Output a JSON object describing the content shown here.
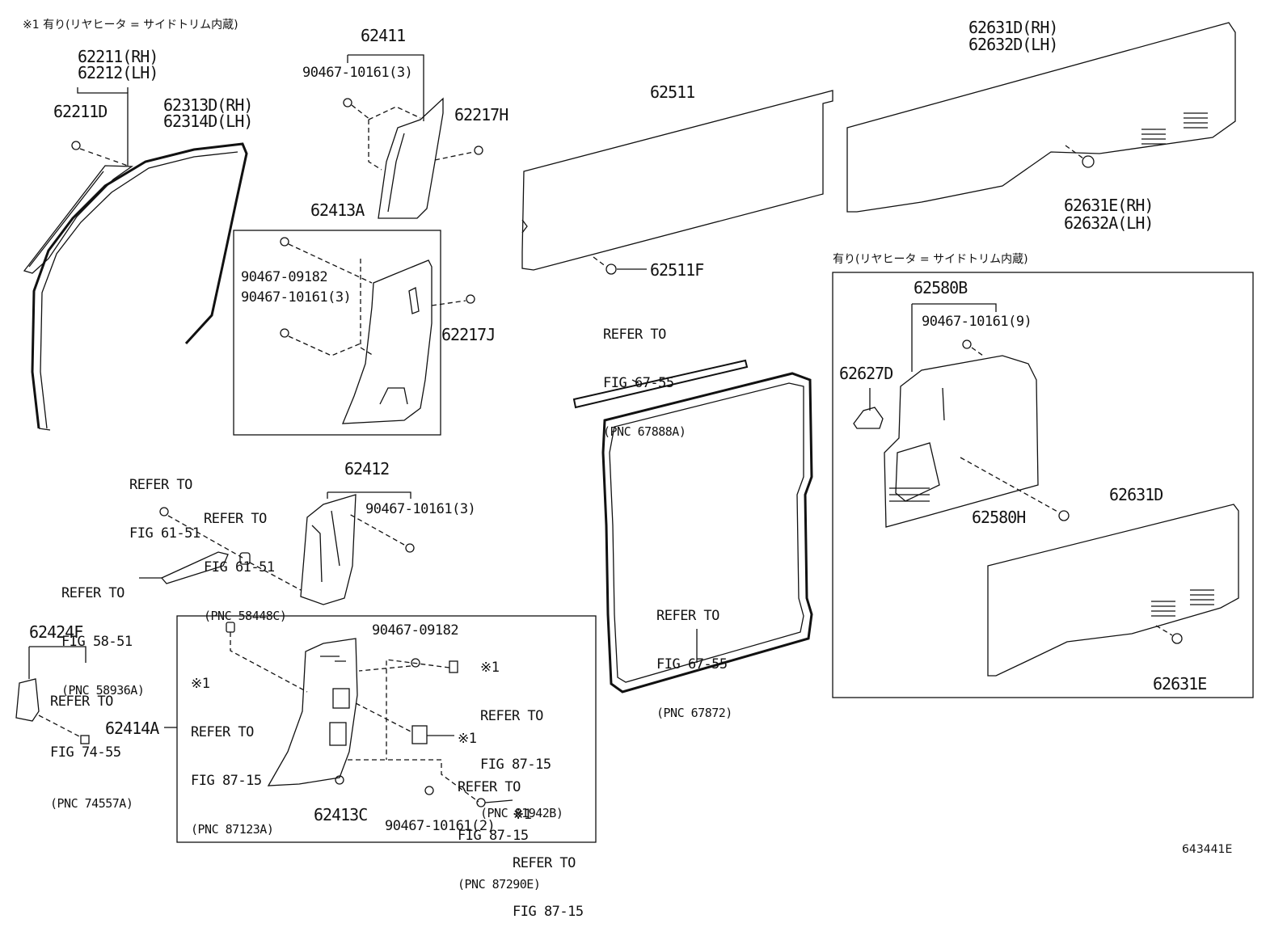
{
  "notes": {
    "top_left": "※1 有り(リヤヒータ = サイドトリム内蔵)",
    "right_box": "有り(リヤヒータ = サイドトリム内蔵)"
  },
  "labels": {
    "p62211_rh": "62211(RH)",
    "p62212_lh": "62212(LH)",
    "p62211d": "62211D",
    "p62313d_rh": "62313D(RH)",
    "p62314d_lh": "62314D(LH)",
    "p62411": "62411",
    "p90467_10161_3a": "90467-10161(3)",
    "p62217h": "62217H",
    "p62413a": "62413A",
    "p90467_09182a": "90467-09182",
    "p90467_10161_3b": "90467-10161(3)",
    "p62217j": "62217J",
    "p62511": "62511",
    "p62511f": "62511F",
    "p62631d_rh": "62631D(RH)",
    "p62632d_lh": "62632D(LH)",
    "p62631e_rh": "62631E(RH)",
    "p62632a_lh": "62632A(LH)",
    "p62580b": "62580B",
    "p90467_10161_9": "90467-10161(9)",
    "p62627d": "62627D",
    "p62580h": "62580H",
    "p62631d": "62631D",
    "p62631e": "62631E",
    "p62412": "62412",
    "p90467_10161_3c": "90467-10161(3)",
    "p62424f": "62424F",
    "p62414a": "62414A",
    "p90467_09182b": "90467-09182",
    "p62413c": "62413C",
    "p90467_10161_2": "90467-10161(2)",
    "diagram_id": "643441E"
  },
  "refs": {
    "r1": [
      "REFER TO",
      "FIG 61-51"
    ],
    "r2": [
      "REFER TO",
      "FIG 61-51",
      "(PNC 58448C)"
    ],
    "r3": [
      "REFER TO",
      "FIG 58-51",
      "(PNC 58936A)"
    ],
    "r4": [
      "REFER TO",
      "FIG 74-55",
      "(PNC 74557A)"
    ],
    "r5": [
      "※1",
      "REFER TO",
      "FIG 87-15",
      "(PNC 87123A)"
    ],
    "r6": [
      "※1",
      "REFER TO",
      "FIG 87-15",
      "(PNC 81942B)"
    ],
    "r7": [
      "※1",
      "REFER TO",
      "FIG 87-15",
      "(PNC 87290E)"
    ],
    "r8": [
      "※1",
      "REFER TO",
      "FIG 87-15"
    ],
    "r9": [
      "REFER TO",
      "FIG 67-55",
      "(PNC 67888A)"
    ],
    "r10": [
      "REFER TO",
      "FIG 67-55",
      "(PNC 67872)"
    ]
  }
}
